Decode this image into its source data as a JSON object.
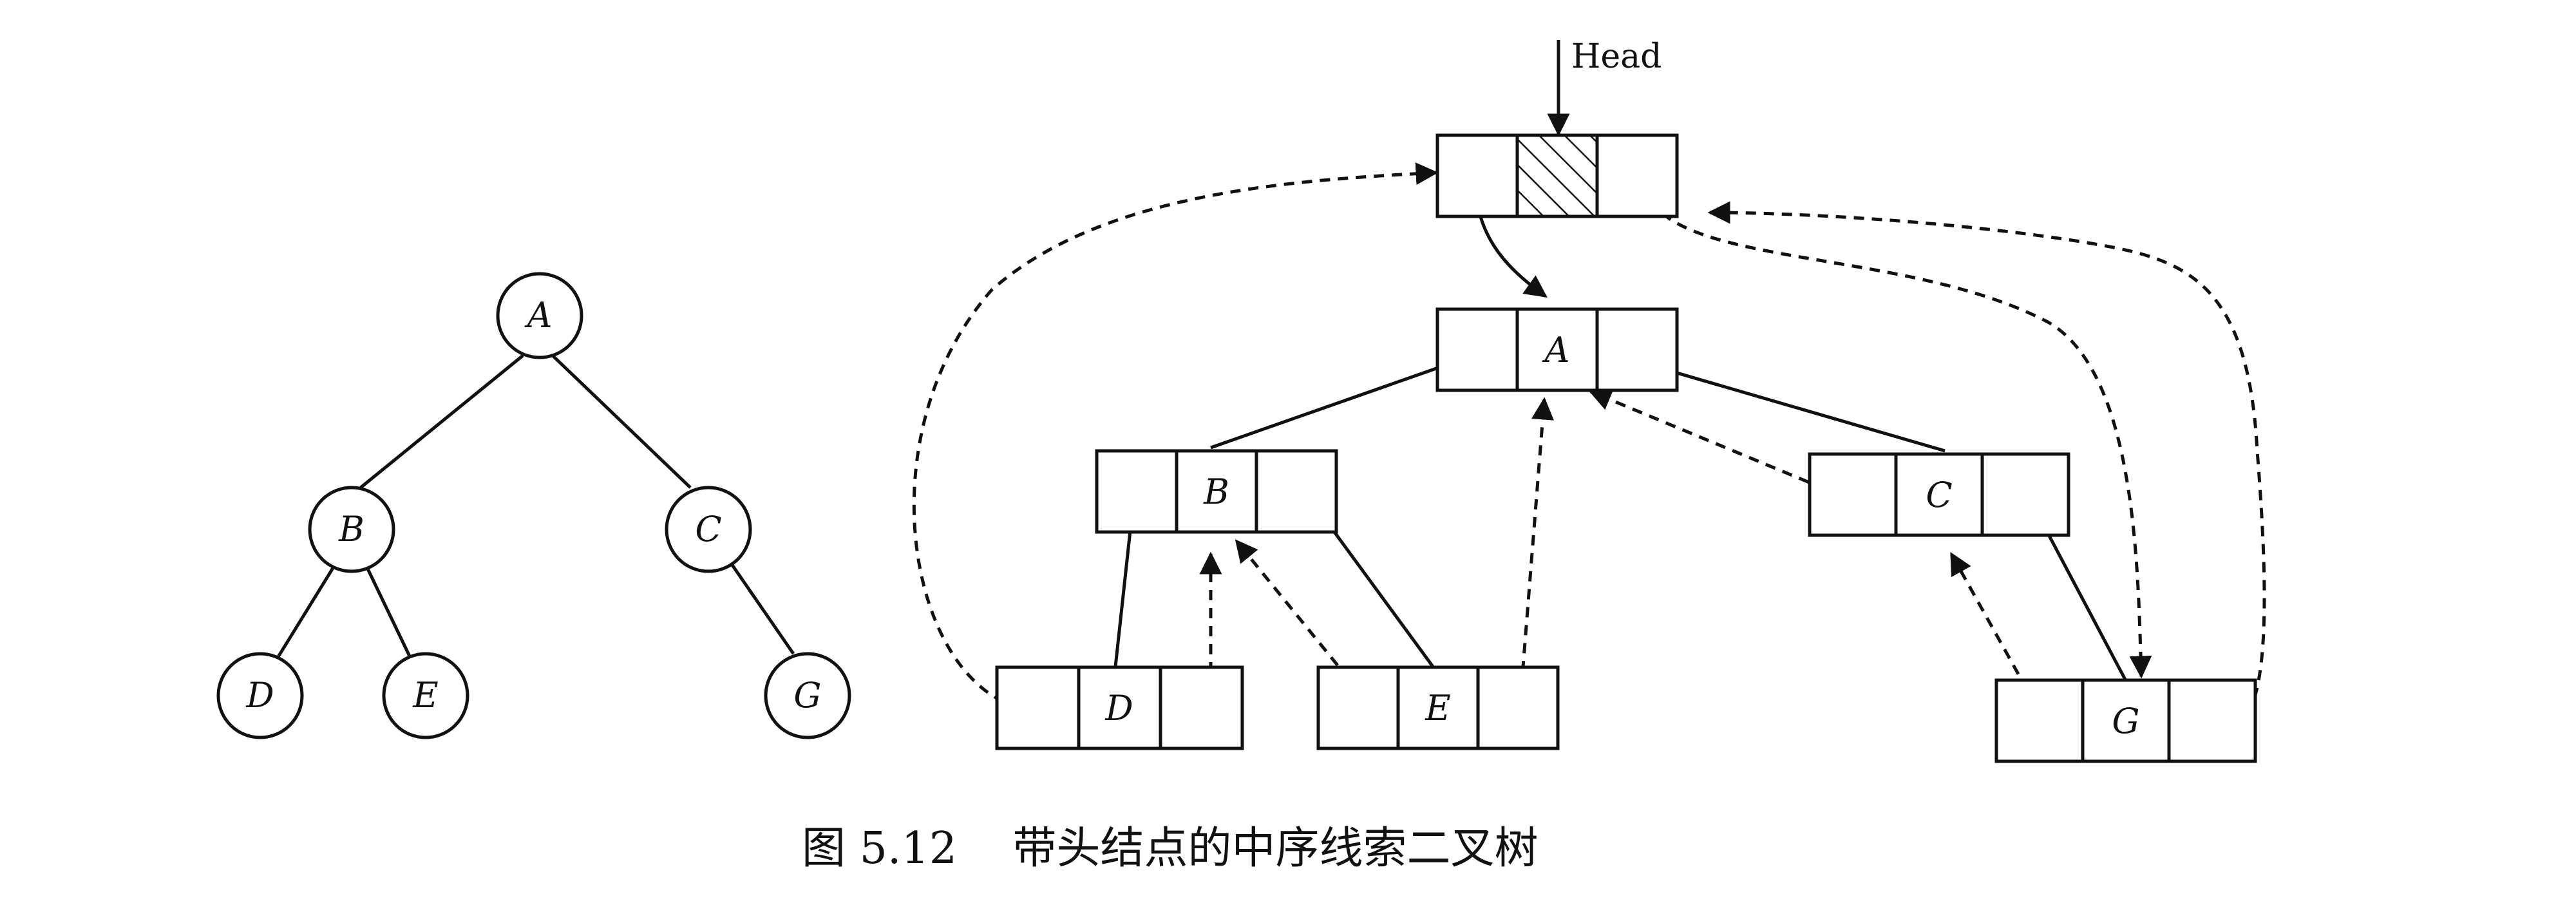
{
  "caption": "图 5.12    带头结点的中序线索二叉树",
  "head_label": "Head",
  "tree": {
    "nodes": [
      {
        "id": "A",
        "label": "A"
      },
      {
        "id": "B",
        "label": "B"
      },
      {
        "id": "C",
        "label": "C"
      },
      {
        "id": "D",
        "label": "D"
      },
      {
        "id": "E",
        "label": "E"
      },
      {
        "id": "G",
        "label": "G"
      }
    ],
    "edges": [
      [
        "A",
        "B"
      ],
      [
        "A",
        "C"
      ],
      [
        "B",
        "D"
      ],
      [
        "B",
        "E"
      ],
      [
        "C",
        "G"
      ]
    ]
  },
  "threaded": {
    "nodes": [
      {
        "id": "A",
        "label": "A"
      },
      {
        "id": "B",
        "label": "B"
      },
      {
        "id": "C",
        "label": "C"
      },
      {
        "id": "D",
        "label": "D"
      },
      {
        "id": "E",
        "label": "E"
      },
      {
        "id": "G",
        "label": "G"
      }
    ]
  }
}
